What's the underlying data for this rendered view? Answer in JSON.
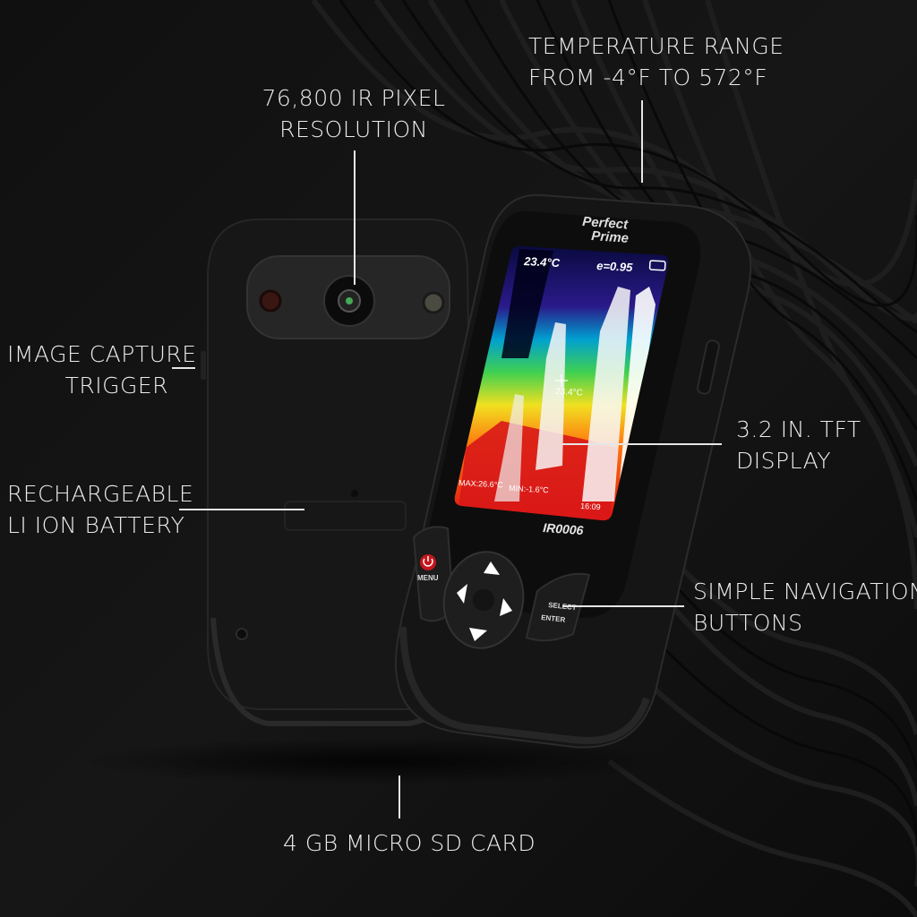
{
  "callouts": {
    "temperature_range": {
      "line1": "TEMPERATURE RANGE",
      "line2": "FROM -4°F TO 572°F"
    },
    "ir_resolution": {
      "line1": "76,800 IR PIXEL",
      "line2": "RESOLUTION"
    },
    "capture_trigger": {
      "line1": "IMAGE CAPTURE",
      "line2": "TRIGGER"
    },
    "battery": {
      "line1": "RECHARGEABLE",
      "line2": "LI ION BATTERY"
    },
    "display": {
      "line1": "3.2 IN. TFT",
      "line2": "DISPLAY"
    },
    "nav_buttons": {
      "line1": "SIMPLE NAVIGATION",
      "line2": "BUTTONS"
    },
    "sd_card": {
      "line1": "4 GB MICRO SD CARD"
    }
  },
  "device": {
    "brand_line1": "Perfect",
    "brand_line2": "Prime",
    "model": "IR0006",
    "menu_label": "MENU",
    "select_label": "SELECT",
    "enter_label": "ENTER",
    "screen": {
      "top_temp": "23.4°C",
      "emissivity": "e=0.95",
      "spot_temp": "23.4°C",
      "max_temp": "MAX:26.6°C",
      "min_temp": "MIN:-1.6°C",
      "time": "16:09"
    }
  },
  "colors": {
    "background": "#0b0b0b",
    "device_body": "#141414",
    "power_button": "#c4161c",
    "text": "#ececec"
  }
}
